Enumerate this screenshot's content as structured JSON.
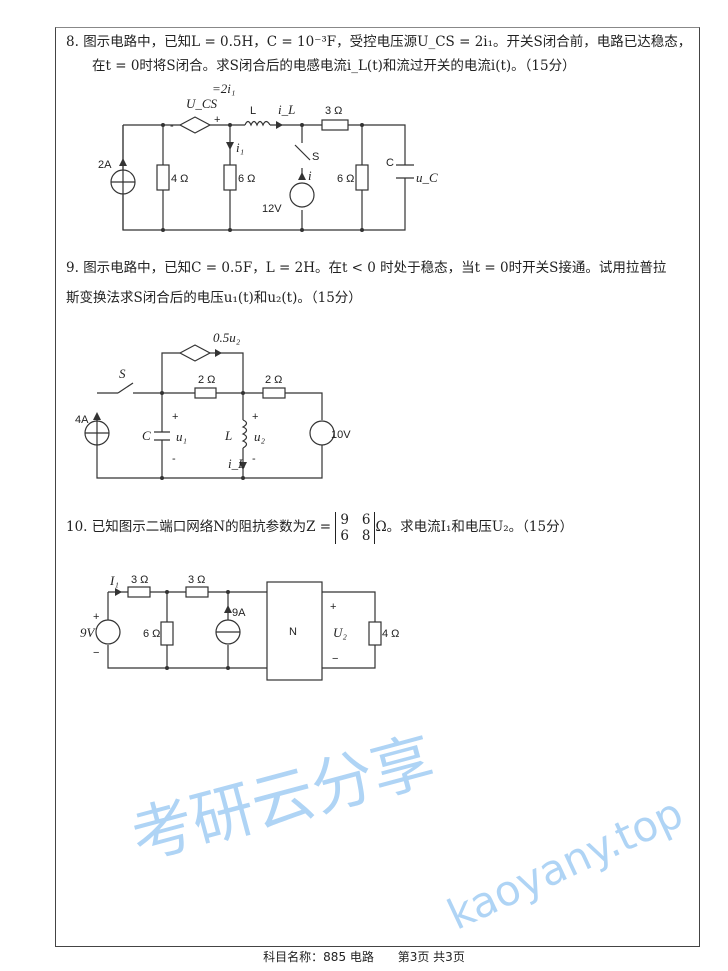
{
  "questions": [
    {
      "number": "8.",
      "line1": "图示电路中，已知L = 0.5H，C = 10⁻³F，受控电压源U_CS = 2i₁。开关S闭合前，电路已达稳态，",
      "line2": "在t = 0时将S闭合。求S闭合后的电感电流i_L(t)和流过开关的电流i(t)。（15分）",
      "handwritten_note": "=2i₁",
      "labels": {
        "ucs": "U_CS",
        "minus": "-",
        "plus": "+",
        "L": "L",
        "iL": "i_L",
        "r3": "3 Ω",
        "src2A": "2A",
        "r4": "4 Ω",
        "i1": "i₁",
        "r6a": "6 Ω",
        "S": "S",
        "i": "i",
        "v12": "12V",
        "r6b": "6 Ω",
        "C": "C",
        "uC": "u_C"
      }
    },
    {
      "number": "9.",
      "line1": "图示电路中，已知C = 0.5F，L = 2H。在t < 0 时处于稳态，当t = 0时开关S接通。试用拉普拉",
      "line2": "斯变换法求S闭合后的电压u₁(t)和u₂(t)。（15分）",
      "labels": {
        "dep": "0.5u₂",
        "S": "S",
        "r2a": "2 Ω",
        "r2b": "2 Ω",
        "src4A": "4A",
        "C": "C",
        "u1": "u₁",
        "L": "L",
        "u2": "u₂",
        "iL": "i_L",
        "v10": "10V",
        "plus": "+",
        "minus": "-"
      }
    },
    {
      "number": "10.",
      "text_before": "已知图示二端口网络N的阻抗参数为Z =",
      "matrix": [
        [
          "9",
          "6"
        ],
        [
          "6",
          "8"
        ]
      ],
      "text_after": "Ω。求电流I₁和电压U₂。（15分）",
      "labels": {
        "I1": "I₁",
        "r3a": "3 Ω",
        "r3b": "3 Ω",
        "v9": "9V",
        "r6": "6 Ω",
        "src9A": "9A",
        "N": "N",
        "U2": "U₂",
        "r4": "4 Ω",
        "plus": "+",
        "minus": "−"
      }
    }
  ],
  "footer": {
    "subject": "科目名称：885 电路",
    "page": "第3页 共3页"
  },
  "watermark": {
    "text_cn": "考研云分享",
    "text_url": "kaoyany.top",
    "color": "#6fb2ee"
  }
}
